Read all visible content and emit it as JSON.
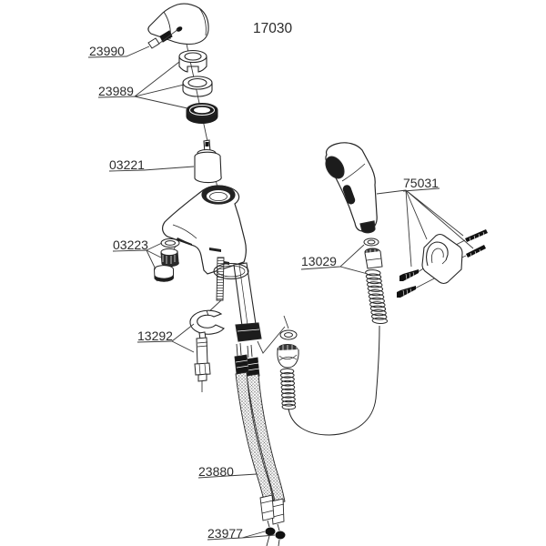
{
  "diagram": {
    "title": "17030",
    "line_color": "#2a2a2a",
    "labels": [
      {
        "part": "handle-screws",
        "text": "23990"
      },
      {
        "part": "trim-rings",
        "text": "23989"
      },
      {
        "part": "cartridge",
        "text": "03221"
      },
      {
        "part": "aerator",
        "text": "03223"
      },
      {
        "part": "mounting-hardware",
        "text": "13292"
      },
      {
        "part": "shower-hose",
        "text": "13029"
      },
      {
        "part": "hand-shower-bracket",
        "text": "75031"
      },
      {
        "part": "supply-hoses",
        "text": "23880"
      },
      {
        "part": "hose-seals",
        "text": "23977"
      }
    ]
  }
}
